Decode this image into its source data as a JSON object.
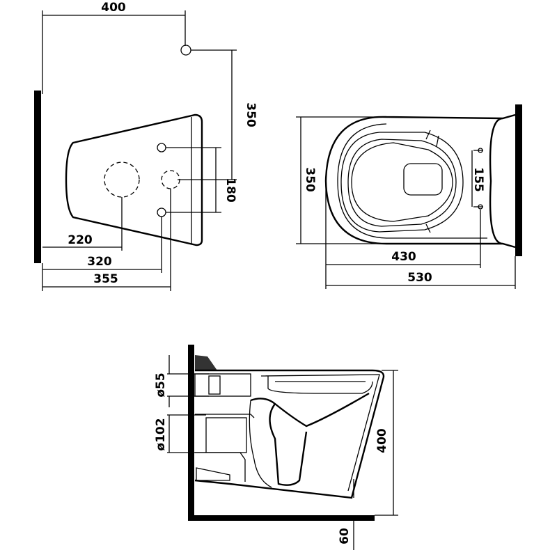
{
  "dimensions": {
    "top_view": {
      "width_400": "400",
      "height_350": "350",
      "spacing_180": "180",
      "offset_220": "220",
      "offset_320": "320",
      "offset_355": "355"
    },
    "plan_view": {
      "width_350": "350",
      "spacing_155": "155",
      "length_430": "430",
      "length_530": "530"
    },
    "side_view": {
      "dia_55": "ø55",
      "dia_102": "ø102",
      "height_400": "400",
      "floor_60": "60"
    }
  },
  "colors": {
    "line": "#000000",
    "background": "#ffffff"
  }
}
